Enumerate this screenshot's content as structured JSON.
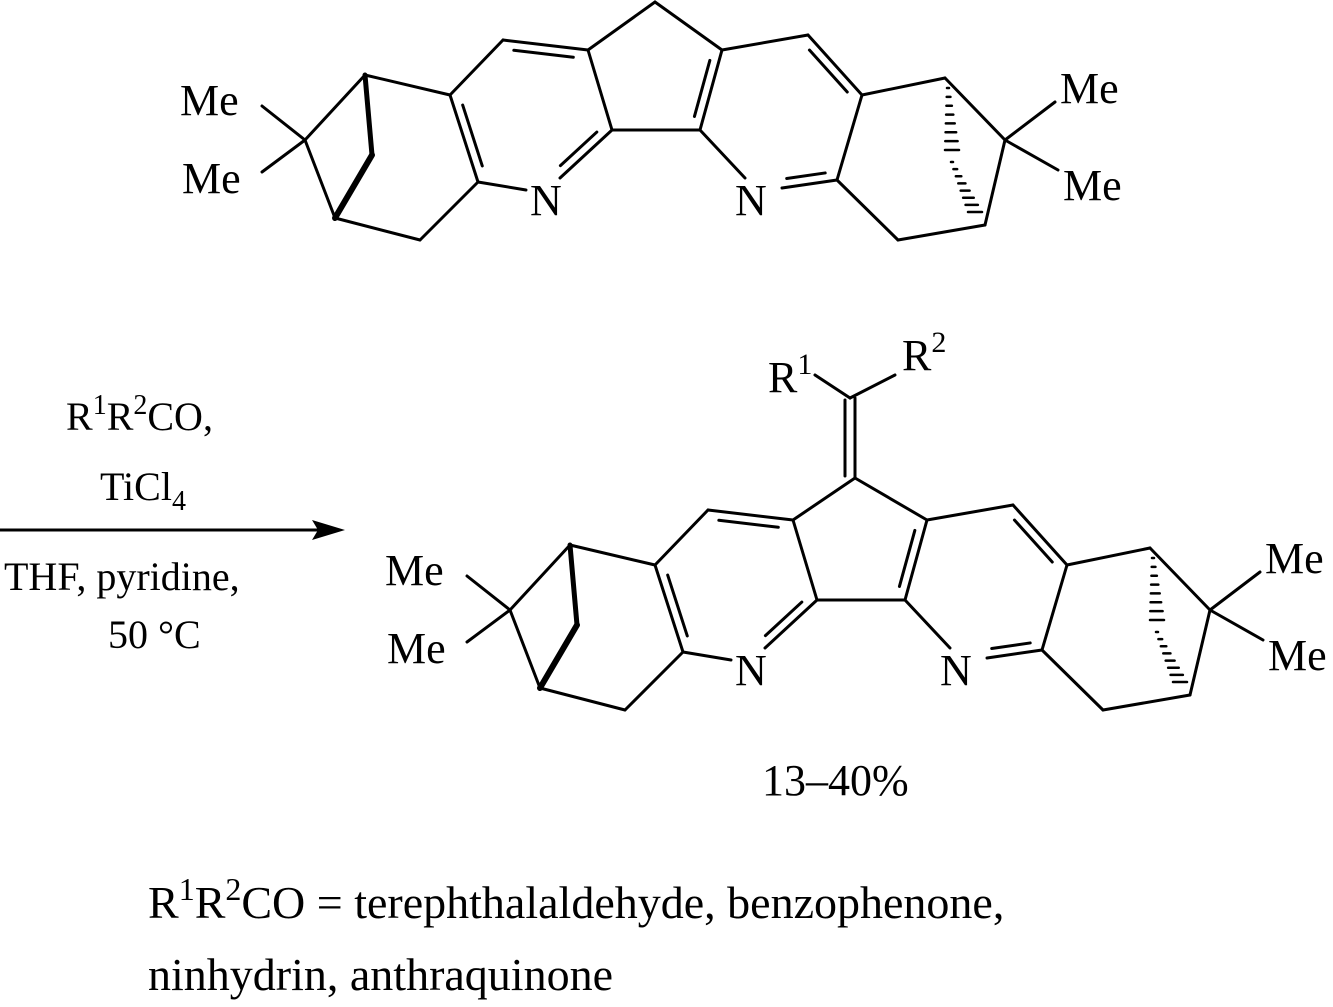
{
  "reactant": {
    "me1": "Me",
    "me2": "Me",
    "me3": "Me",
    "me4": "Me",
    "n1": "N",
    "n2": "N"
  },
  "product": {
    "me1": "Me",
    "me2": "Me",
    "me3": "Me",
    "me4": "Me",
    "n1": "N",
    "n2": "N",
    "r1": "R",
    "r1_sup": "1",
    "r2": "R",
    "r2_sup": "2"
  },
  "conditions": {
    "line1_a": "R",
    "line1_sup1": "1",
    "line1_b": "R",
    "line1_sup2": "2",
    "line1_c": "CO,",
    "line2_a": "TiCl",
    "line2_sub": "4",
    "line3": "THF, pyridine,",
    "line4": "50 °C"
  },
  "yield": "13–40%",
  "footnote": {
    "a": "R",
    "sup1": "1",
    "b": "R",
    "sup2": "2",
    "c": "CO = terephthalaldehyde, benzophenone,",
    "line2": "ninhydrin, anthraquinone"
  }
}
